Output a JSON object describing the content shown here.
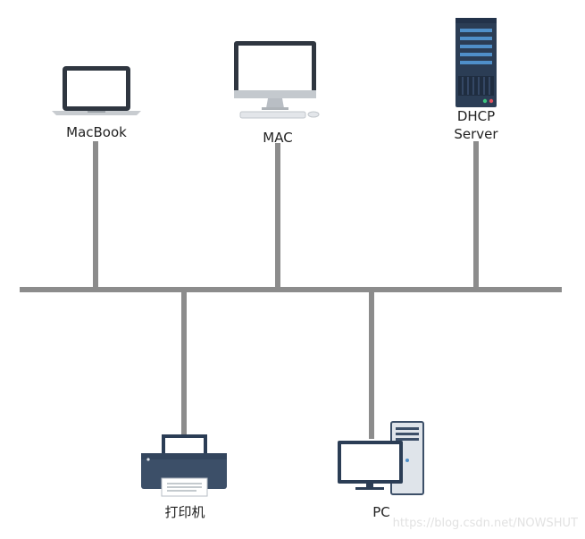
{
  "devices": {
    "macbook": {
      "label": "MacBook",
      "icon": "laptop-icon"
    },
    "mac": {
      "label": "MAC",
      "icon": "desktop-monitor-icon"
    },
    "dhcp": {
      "label_line1": "DHCP",
      "label_line2": "Server",
      "icon": "server-rack-icon"
    },
    "printer": {
      "label": "打印机",
      "icon": "printer-icon"
    },
    "pc": {
      "label": "PC",
      "icon": "pc-tower-icon"
    }
  },
  "watermark": "https://blog.csdn.net/NOWSHUT",
  "colors": {
    "bus": "#8c8c8c",
    "device_dark": "#2b3d55",
    "device_light": "#dfe4ea",
    "server_accent": "#4f8fc9"
  }
}
